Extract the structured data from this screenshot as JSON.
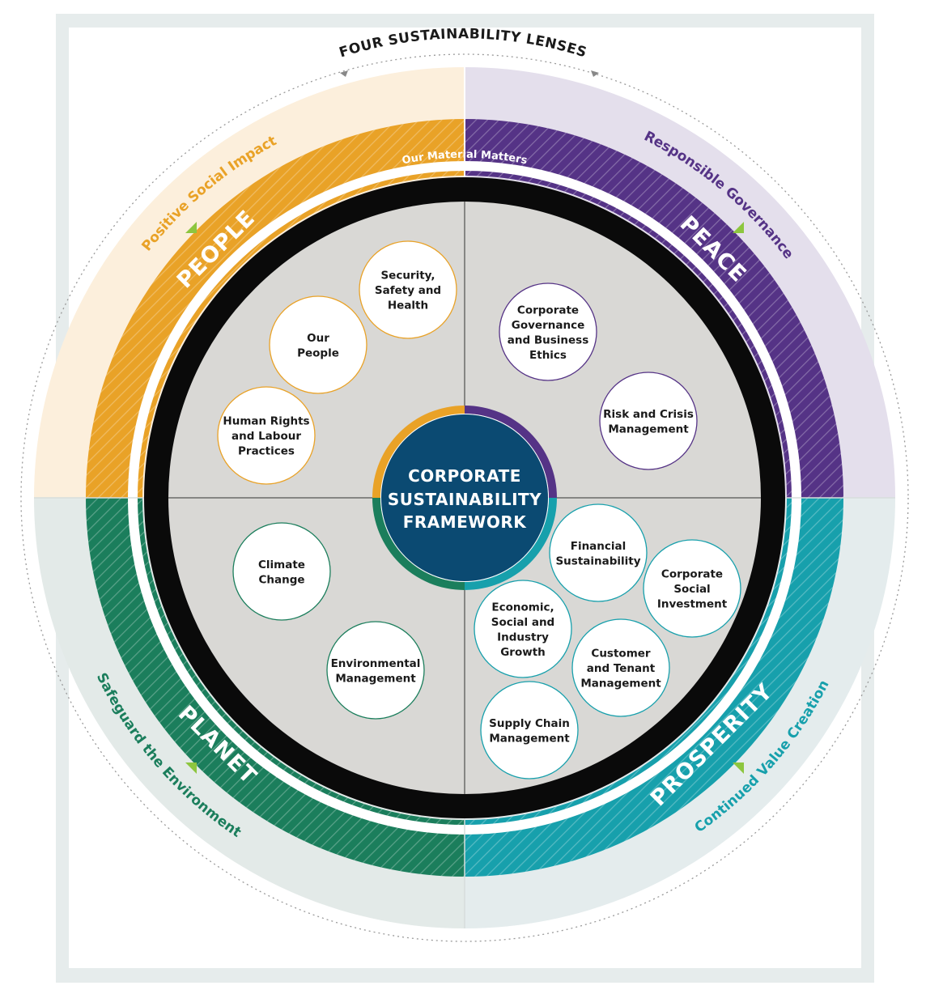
{
  "title": "FOUR SUSTAINABILITY LENSES",
  "material_matters_label": "Our Material Matters",
  "center": {
    "lines": [
      "CORPORATE",
      "SUSTAINABILITY",
      "FRAMEWORK"
    ]
  },
  "quadrants": [
    {
      "id": "people",
      "label": "PEOPLE",
      "lens": "Positive Social Impact",
      "color": "#e9a227",
      "light": "#fcefdc",
      "matters": [
        {
          "lines": [
            "Security,",
            "Safety and",
            "Health"
          ]
        },
        {
          "lines": [
            "Our",
            "People"
          ]
        },
        {
          "lines": [
            "Human Rights",
            "and Labour",
            "Practices"
          ]
        }
      ]
    },
    {
      "id": "peace",
      "label": "PEACE",
      "lens": "Responsible Governance",
      "color": "#553386",
      "light": "#e4dfec",
      "matters": [
        {
          "lines": [
            "Corporate",
            "Governance",
            "and Business",
            "Ethics"
          ]
        },
        {
          "lines": [
            "Risk and Crisis",
            "Management"
          ]
        }
      ]
    },
    {
      "id": "planet",
      "label": "PLANET",
      "lens": "Safeguard the Environment",
      "color": "#1b7e5c",
      "light": "#e3eae8",
      "matters": [
        {
          "lines": [
            "Climate",
            "Change"
          ]
        },
        {
          "lines": [
            "Environmental",
            "Management"
          ]
        }
      ]
    },
    {
      "id": "prosperity",
      "label": "PROSPERITY",
      "lens": "Continued Value Creation",
      "color": "#17a0ac",
      "light": "#e4eced",
      "matters": [
        {
          "lines": [
            "Financial",
            "Sustainability"
          ]
        },
        {
          "lines": [
            "Corporate",
            "Social",
            "Investment"
          ]
        },
        {
          "lines": [
            "Economic,",
            "Social and",
            "Industry",
            "Growth"
          ]
        },
        {
          "lines": [
            "Customer",
            "and Tenant",
            "Management"
          ]
        },
        {
          "lines": [
            "Supply Chain",
            "Management"
          ]
        }
      ]
    }
  ],
  "colors": {
    "center_fill": "#0b4a72",
    "black_ring": "#0a0a0a",
    "inner_disc": "#d9d8d5",
    "arrow": "#8dc63f",
    "dotted": "#9a9a9a"
  }
}
